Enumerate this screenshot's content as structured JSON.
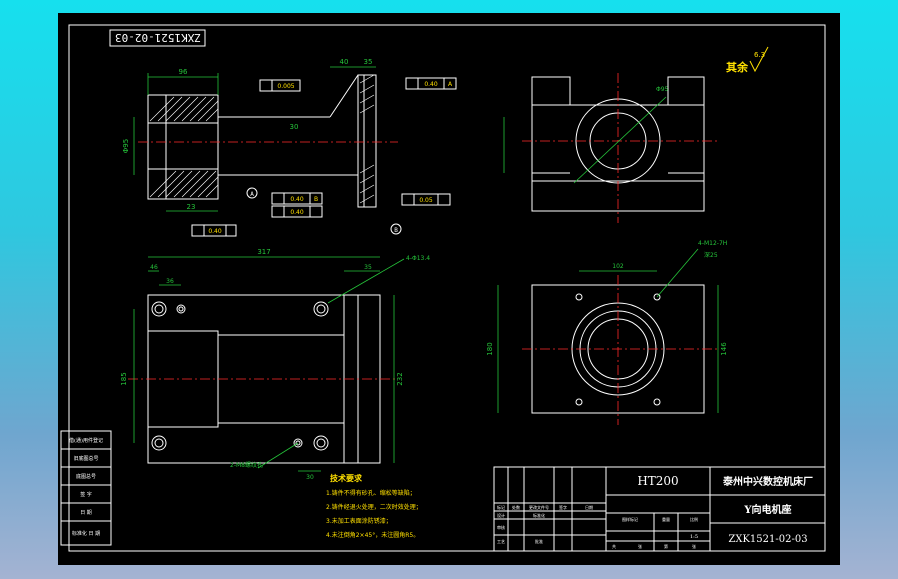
{
  "drawing": {
    "code": "ZXK1521-02-03",
    "code_mirrored": "ZXK1521-02-03",
    "material": "HT200",
    "company": "泰州中兴数控机床厂",
    "part_name": "Y向电机座",
    "scale": "1:5"
  },
  "roughness": {
    "note": "其余",
    "value": "6.3"
  },
  "dims": {
    "d96": "96",
    "d40": "40",
    "d35a": "35",
    "d30": "30",
    "d23": "23",
    "d317": "317",
    "d35b": "35",
    "d46": "46",
    "d36": "36",
    "d30b": "30",
    "d102": "102",
    "d180": "180",
    "d185": "185",
    "d232": "232",
    "d146": "146",
    "hole1": "4-Φ13.4",
    "hole2": "4-M12-7H",
    "hole2b": "深25",
    "thread": "2-M8螺纹孔",
    "dia_bore": "Φ95"
  },
  "tolerances": {
    "t1": "0.005",
    "t2": "0.40",
    "t3": "0.40",
    "t4": "0.40",
    "t5": "0.40",
    "t6": "0.05",
    "ref_a": "A",
    "ref_b": "B"
  },
  "tech": {
    "title": "技术要求",
    "items": [
      "1.铸件不得有砂孔、缩松等缺陷；",
      "2.铸件经退火处理，二次时效处理；",
      "3.未加工表面涂防锈漆；",
      "4.未注倒角2×45°，未注圆角R5。"
    ]
  },
  "left_block": {
    "rows": [
      "借(通)用件登记",
      "旧底图总号",
      "底图总号",
      "签 字",
      "日 期",
      "标准化  日 期"
    ]
  },
  "title_block": {
    "labels": [
      "标记",
      "处数",
      "更改文件号",
      "签字",
      "日期",
      "设计",
      "标准化",
      "审核",
      "工艺",
      "批准",
      "图样标记",
      "重量",
      "比例",
      "共",
      "张",
      "第",
      "张"
    ]
  }
}
